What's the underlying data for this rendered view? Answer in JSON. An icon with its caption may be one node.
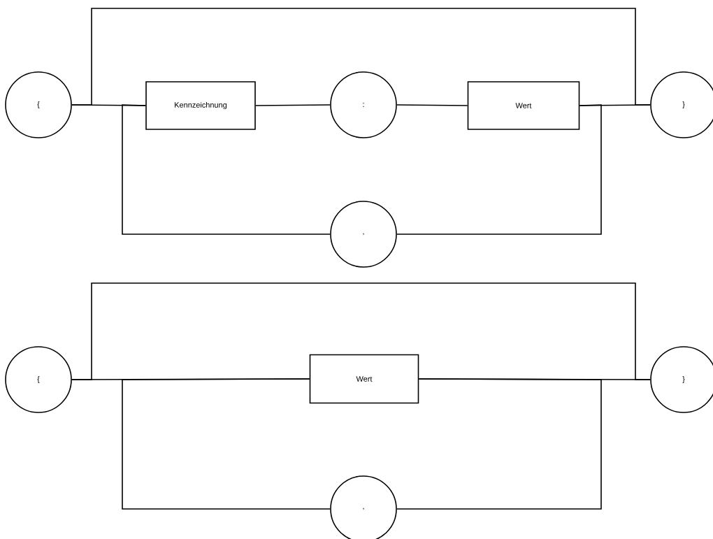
{
  "diagram": {
    "nodes": [
      {
        "text": [
          "{"
        ]
      },
      {
        "text": [
          "Kennzeichnung"
        ]
      },
      {
        "text": [
          ":"
        ]
      },
      {
        "text": [
          "Wert"
        ]
      },
      {
        "text": [
          "}"
        ]
      },
      {
        "text": [
          ","
        ]
      },
      {
        "text": [
          "{"
        ]
      },
      {
        "text": [
          "Wert"
        ]
      },
      {
        "text": [
          "}"
        ]
      },
      {
        "text": [
          ","
        ]
      }
    ],
    "edges": [
      {
        "from": 0,
        "to": 1,
        "arrow": "none"
      },
      {
        "from": 1,
        "to": 2,
        "arrow": "none"
      },
      {
        "from": 2,
        "to": 3,
        "arrow": "none"
      },
      {
        "from": 3,
        "to": 4,
        "arrow": "none"
      },
      {
        "from": 0,
        "to": 4,
        "arrow": "none"
      },
      {
        "from": 3,
        "to": 5,
        "arrow": "none"
      },
      {
        "from": 5,
        "to": 1,
        "arrow": "none"
      },
      {
        "from": 6,
        "to": 7,
        "arrow": "none"
      },
      {
        "from": 7,
        "to": 8,
        "arrow": "none"
      },
      {
        "from": 6,
        "to": 8,
        "arrow": "none"
      },
      {
        "from": 7,
        "to": 9,
        "arrow": "none"
      },
      {
        "from": 9,
        "to": 7,
        "arrow": "none"
      }
    ]
  }
}
